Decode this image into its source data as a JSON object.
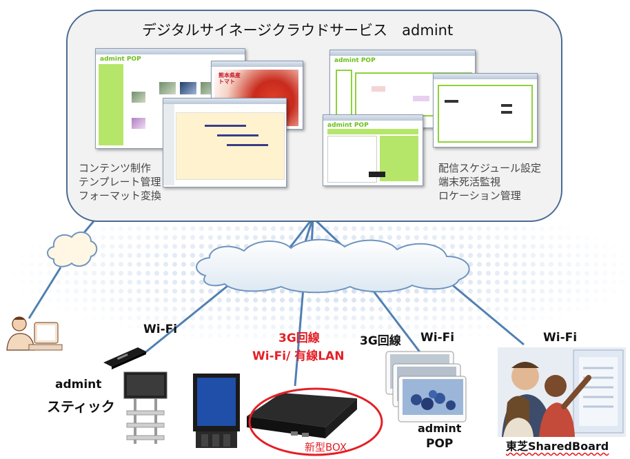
{
  "service": {
    "title": "デジタルサイネージクラウドサービス　admint"
  },
  "features_left": [
    "コンテンツ制作",
    "テンプレート管理",
    "フォーマット変換"
  ],
  "features_right": [
    "配信スケジュール設定",
    "端末死活監視",
    "ロケーション管理"
  ],
  "screens": {
    "tomato_title": "熊本県産\nトマト"
  },
  "devices": {
    "stick": {
      "conn": "Wi-Fi",
      "name_line1": "admint",
      "name_line2": "スティック"
    },
    "box": {
      "conn_line1": "3G回線",
      "conn_line2": "Wi-Fi/ 有線LAN",
      "name": "新型BOX"
    },
    "pop": {
      "conn_a": "3G回線",
      "conn_b": "Wi-Fi",
      "name_line1": "admint",
      "name_line2": "POP"
    },
    "sharedboard": {
      "conn": "Wi-Fi",
      "name": "東芝SharedBoard"
    }
  },
  "colors": {
    "accent_green": "#8cd23a",
    "line_blue": "#4f7fb2",
    "label_red": "#e41f26"
  }
}
